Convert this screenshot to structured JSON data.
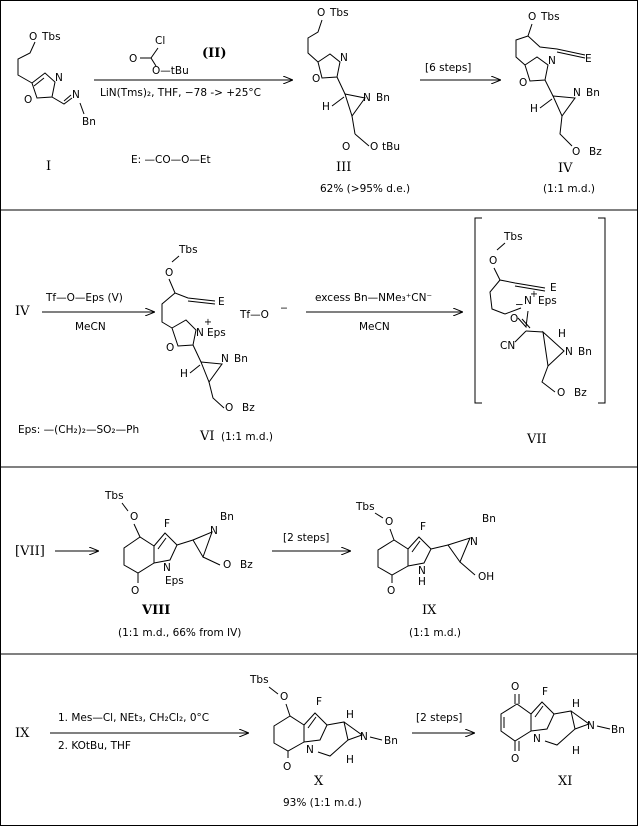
{
  "common": {
    "tbs": "Tbs",
    "bn": "Bn",
    "bz": "Bz",
    "o": "O",
    "n": "N",
    "h": "H",
    "e": "E",
    "f": "F",
    "eps": "Eps",
    "nh": "N",
    "nh_h": "H",
    "oh": "OH",
    "cn": "CN",
    "plus": "+",
    "minus": "−",
    "tbu": "tBu"
  },
  "row1": {
    "label_I": "I",
    "reagent_roman": "(II)",
    "reagent_cl": "Cl",
    "reagent_o": "O",
    "reagent_otbu": "O—tBu",
    "conditions": "LiN(Tms)₂, THF, −78 -> +25°C",
    "e_def": "E:  —CO—O—Et",
    "label_III": "III",
    "yield_III": "62% (>95% d.e.)",
    "steps": "[6 steps]",
    "label_IV": "IV",
    "ratio_IV": "(1:1 m.d.)"
  },
  "row2": {
    "start": "IV",
    "reagent": "Tf—O—Eps  (V)",
    "solvent": "MeCN",
    "eps_def": "Eps: —(CH₂)₂—SO₂—Ph",
    "triflate": "Tf—O",
    "label_VI": "VI",
    "ratio_VI": "(1:1 m.d.)",
    "reagent2": "excess Bn—NMe₃⁺CN⁻",
    "solvent2": "MeCN",
    "label_VII": "VII"
  },
  "row3": {
    "start": "[VII]",
    "label_VIII": "VIII",
    "note_VIII": "(1:1 m.d., 66% from IV)",
    "steps": "[2 steps]",
    "label_IX": "IX",
    "ratio_IX": "(1:1 m.d.)"
  },
  "row4": {
    "start": "IX",
    "cond1": "1. Mes—Cl, NEt₃, CH₂Cl₂,   0°C",
    "cond2": "2. KOtBu,    THF",
    "label_X": "X",
    "yield_X": "93% (1:1 m.d.)",
    "steps": "[2 steps]",
    "label_XI": "XI"
  }
}
